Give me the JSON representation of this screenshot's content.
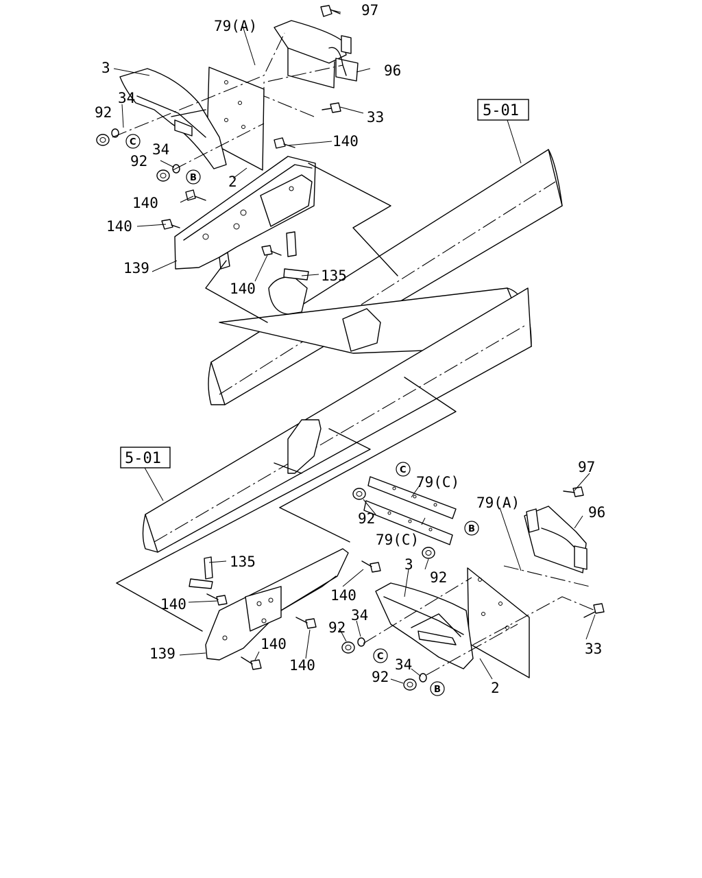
{
  "top": {
    "ref_box": "5-01",
    "labels": {
      "p79a": "79(A)",
      "p97": "97",
      "p96": "96",
      "p3": "3",
      "p34a": "34",
      "p92a": "92",
      "p33": "33",
      "p140a": "140",
      "p34b": "34",
      "p92b": "92",
      "p2": "2",
      "p140b": "140",
      "p140c": "140",
      "p135": "135",
      "p140d": "140",
      "p139": "139"
    },
    "markers": {
      "c": "C",
      "b": "B"
    }
  },
  "bottom": {
    "ref_box": "5-01",
    "labels": {
      "p97": "97",
      "p79c1": "79(C)",
      "p79a": "79(A)",
      "p96": "96",
      "p92a": "92",
      "p79c2": "79(C)",
      "p135": "135",
      "p3": "3",
      "p92b": "92",
      "p140a": "140",
      "p34a": "34",
      "p140b": "140",
      "p92c": "92",
      "p33": "33",
      "p139": "139",
      "p140c": "140",
      "p140d": "140",
      "p34b": "34",
      "p92d": "92",
      "p2": "2"
    },
    "markers": {
      "c1": "C",
      "b1": "B",
      "c2": "C",
      "b2": "B"
    }
  }
}
